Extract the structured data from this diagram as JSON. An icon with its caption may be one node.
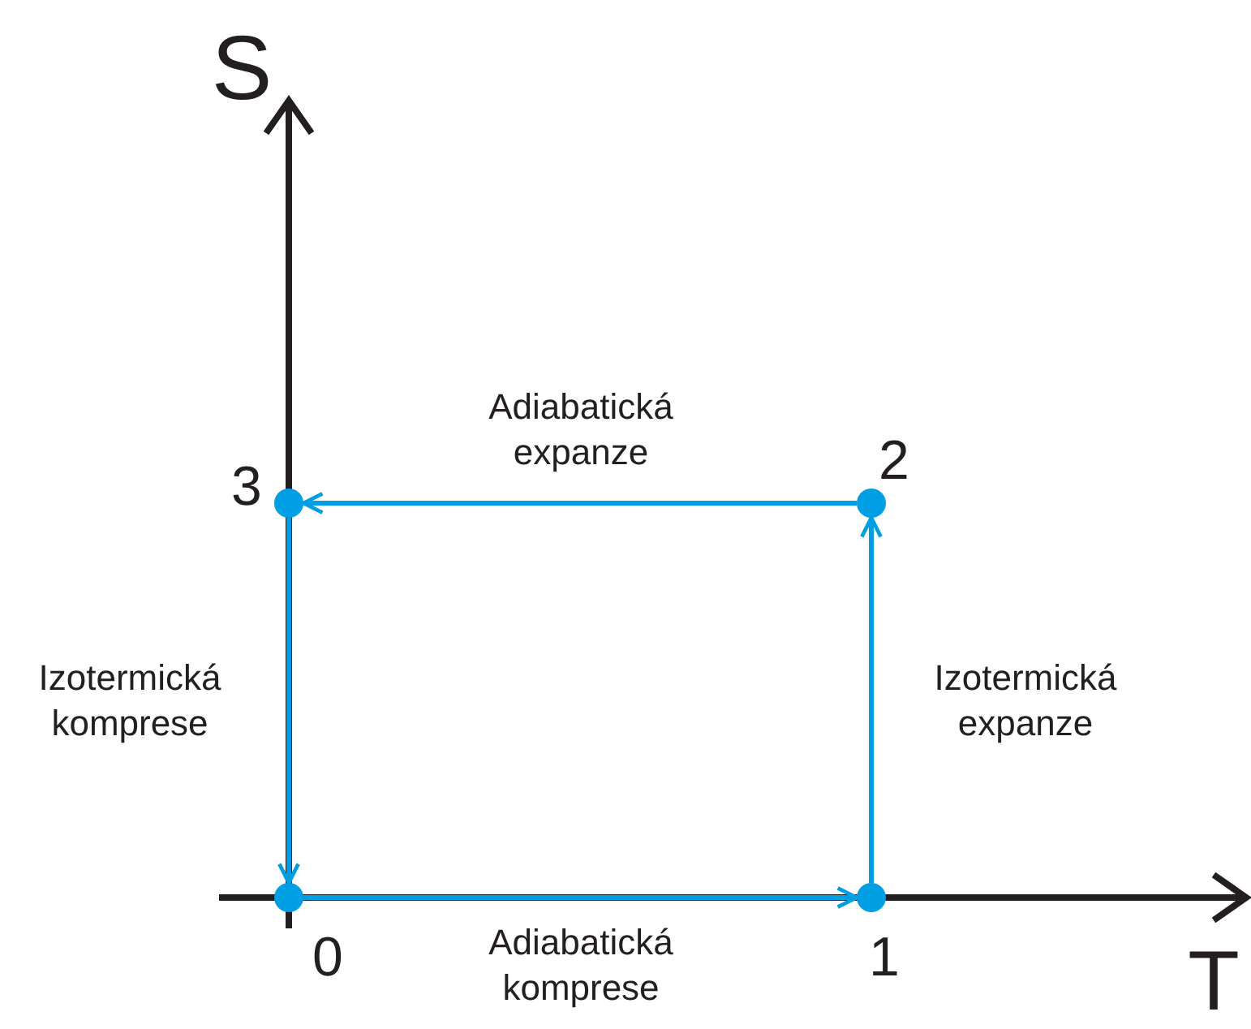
{
  "diagram": {
    "nodes": [
      {
        "text": [],
        "shape": "circle",
        "beside": [
          "0"
        ]
      },
      {
        "text": [],
        "shape": "circle",
        "beside": [
          "1"
        ]
      },
      {
        "text": [],
        "shape": "circle",
        "beside": [
          "2"
        ]
      },
      {
        "text": [],
        "shape": "circle",
        "beside": [
          "3"
        ]
      }
    ],
    "edges": [
      {
        "from": 0,
        "to": 1,
        "arrow": "to",
        "label": "Adiabatická komprese"
      },
      {
        "from": 1,
        "to": 2,
        "arrow": "to",
        "label": "Izotermická expanze"
      },
      {
        "from": 2,
        "to": 3,
        "arrow": "to",
        "label": "Adiabatická expanze"
      },
      {
        "from": 3,
        "to": 0,
        "arrow": "to",
        "label": "Izotermická komprese"
      }
    ],
    "labels": [
      "S",
      "T"
    ]
  }
}
